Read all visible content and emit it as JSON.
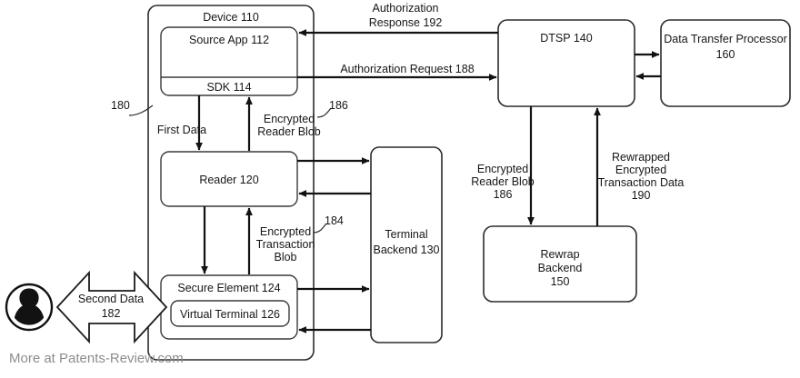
{
  "figure": {
    "watermark": "More at Patents-Review.com"
  },
  "device": {
    "title": "Device 110",
    "source_app": "Source App 112",
    "sdk": "SDK 114",
    "reader": "Reader 120",
    "secure_element": "Secure Element 124",
    "virtual_terminal": "Virtual Terminal 126"
  },
  "backend": {
    "terminal_backend_line1": "Terminal",
    "terminal_backend_line2": "Backend 130",
    "dtsp": "DTSP 140",
    "data_transfer_processor_line1": "Data Transfer Processor",
    "data_transfer_processor_line2": "160",
    "rewrap_line1": "Rewrap",
    "rewrap_line2": "Backend",
    "rewrap_line3": "150"
  },
  "flows": {
    "auth_response_line1": "Authorization",
    "auth_response_line2": "Response 192",
    "auth_request": "Authorization Request 188",
    "first_data": "First Data",
    "first_data_ref": "180",
    "second_data_line1": "Second Data",
    "second_data_line2": "182",
    "encrypted_reader_blob_line1": "Encrypted",
    "encrypted_reader_blob_line2": "Reader Blob",
    "encrypted_reader_blob_ref": "186",
    "encrypted_transaction_blob_line1": "Encrypted",
    "encrypted_transaction_blob_line2": "Transaction",
    "encrypted_transaction_blob_line3": "Blob",
    "encrypted_transaction_blob_ref": "184",
    "erb_down_line1": "Encrypted",
    "erb_down_line2": "Reader Blob",
    "erb_down_line3": "186",
    "rewrapped_line1": "Rewrapped",
    "rewrapped_line2": "Encrypted",
    "rewrapped_line3": "Transaction Data",
    "rewrapped_line4": "190"
  },
  "icons": {
    "user": "user-avatar-icon"
  },
  "colors": {
    "stroke": "#121212",
    "background": "#ffffff",
    "watermark": "#8d8d8d"
  }
}
